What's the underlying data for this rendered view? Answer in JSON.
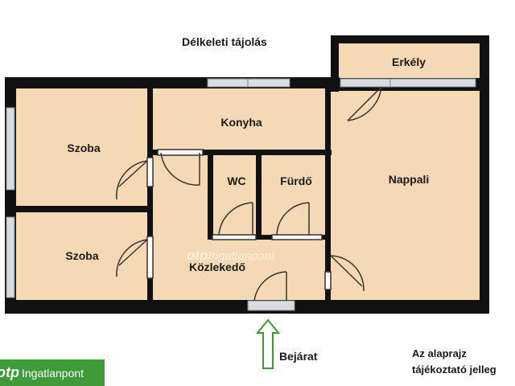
{
  "orientation": "Délkeleti tájolás",
  "rooms": {
    "erkely": "Erkély",
    "konyha": "Konyha",
    "szoba_top": "Szoba",
    "szoba_bottom": "Szoba",
    "wc": "WC",
    "furdo": "Fürdő",
    "nappali": "Nappali",
    "kozlekedo": "Közlekedő"
  },
  "entrance": "Bejárat",
  "note_lines": [
    "Az alaprajz",
    "tájékoztató jelleg"
  ],
  "logo": {
    "brand": "otp",
    "text": "Ingatlanpont"
  },
  "watermark": {
    "brand": "otp",
    "text": "Ingatlanpont"
  },
  "colors": {
    "floor": "#f5d9b5",
    "wall": "#111111",
    "window_frame": "#cfd5db",
    "arrow": "#3f9a3a",
    "logo_bg": "#3f9a3a"
  }
}
